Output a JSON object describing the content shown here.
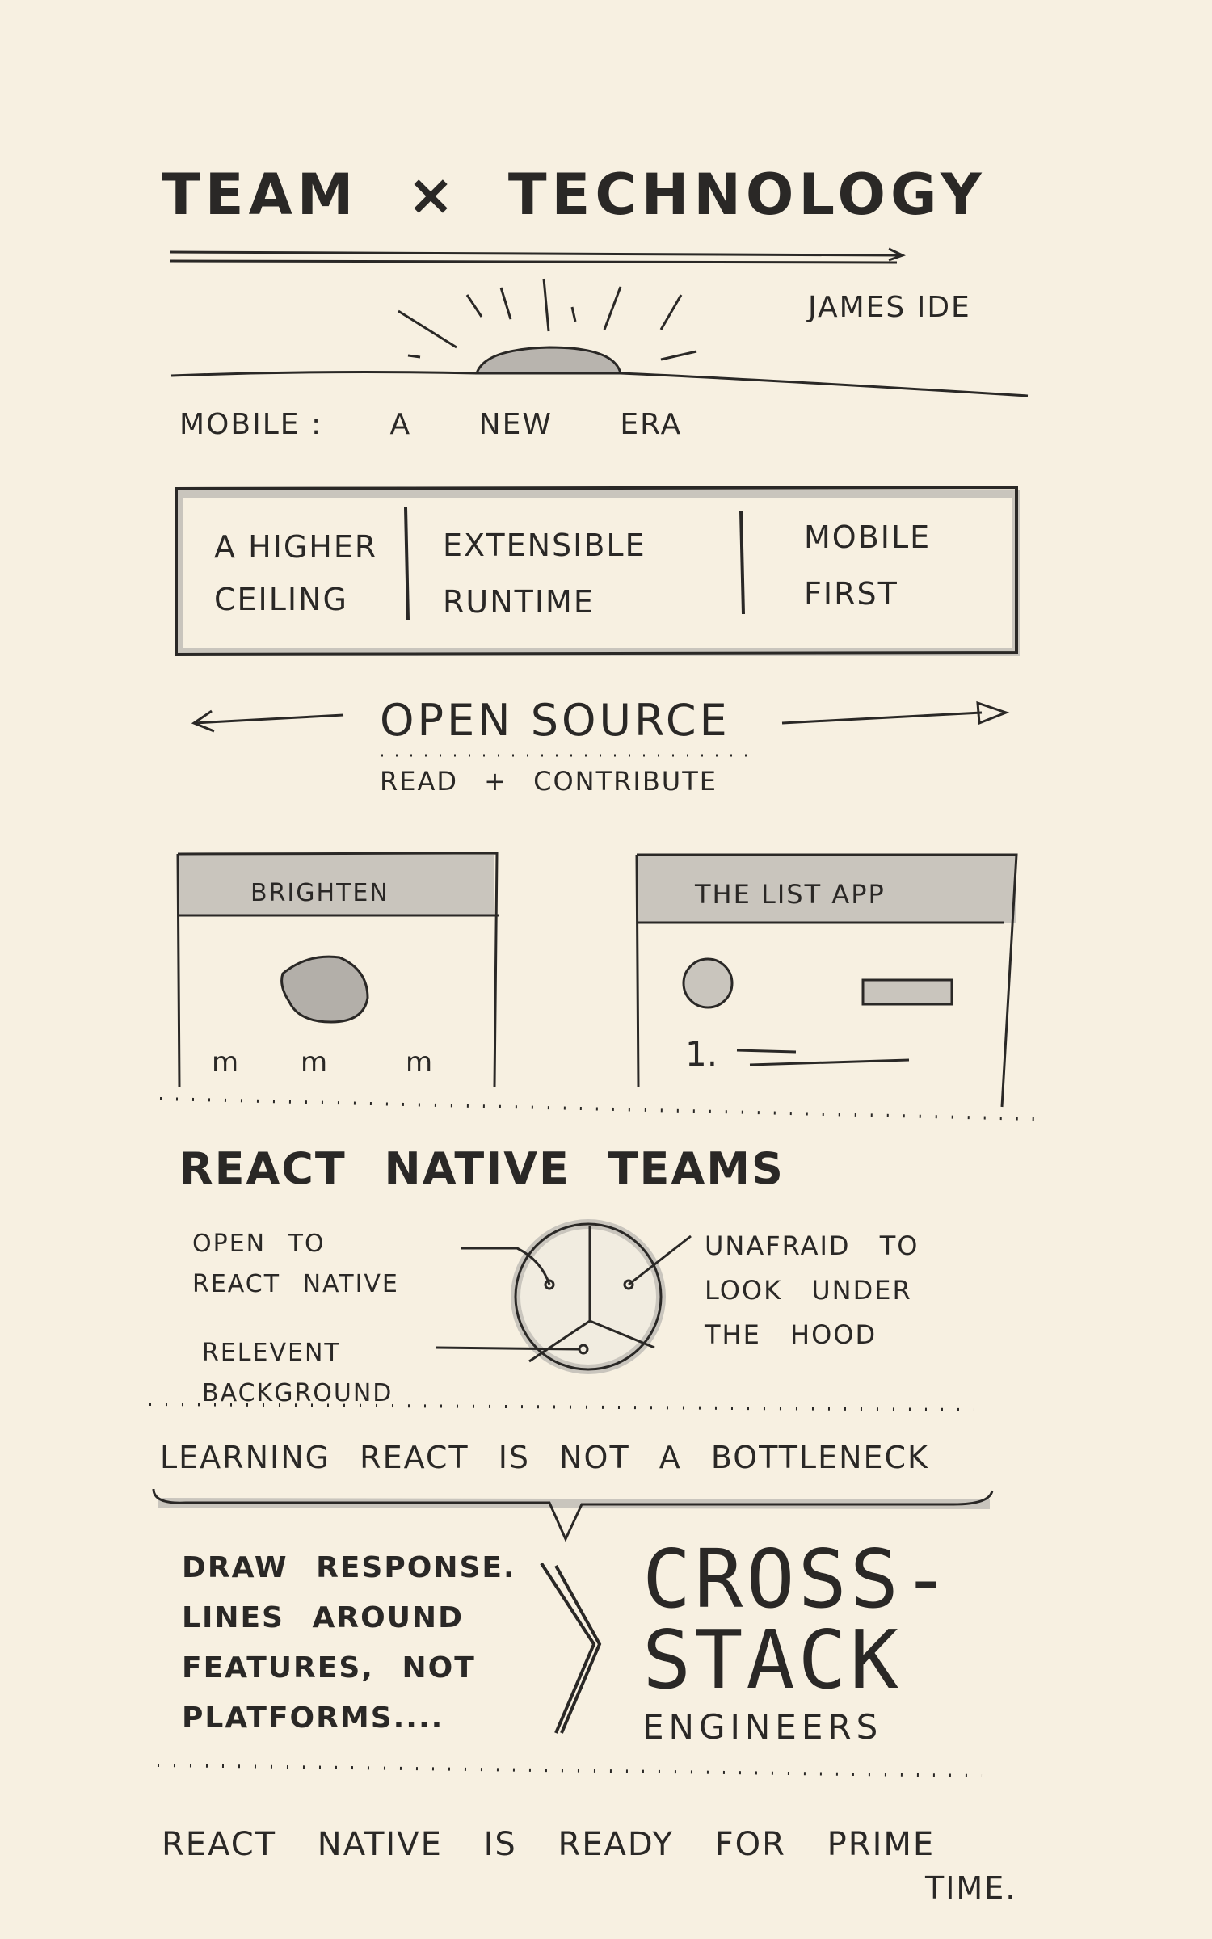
{
  "title": {
    "left": "TEAM",
    "sep": "×",
    "right": "TECHNOLOGY"
  },
  "author": "JAMES IDE",
  "subtitle": {
    "a": "MOBILE :",
    "b": "A",
    "c": "NEW",
    "d": "ERA"
  },
  "principles": [
    {
      "line1": "A HIGHER",
      "line2": "CEILING"
    },
    {
      "line1": "EXTENSIBLE",
      "line2": "RUNTIME"
    },
    {
      "line1": "MOBILE",
      "line2": "FIRST"
    }
  ],
  "open_source": {
    "label": "OPEN SOURCE",
    "sub": "READ + CONTRIBUTE"
  },
  "apps": [
    {
      "title": "BRIGHTEN",
      "marks": [
        "m",
        "m",
        "m"
      ]
    },
    {
      "title": "THE LIST APP",
      "item": "1."
    }
  ],
  "teams": {
    "heading": "REACT NATIVE TEAMS",
    "open_l1": "OPEN TO",
    "open_l2": "REACT NATIVE",
    "bg_l1": "RELEVENT",
    "bg_l2": "BACKGROUND",
    "hood_l1": "UNAFRAID TO",
    "hood_l2": "LOOK UNDER",
    "hood_l3": "THE HOOD"
  },
  "learning": "LEARNING REACT IS NOT A BOTTLENECK",
  "response": [
    "DRAW RESPONSE.",
    "LINES AROUND",
    "FEATURES, NOT",
    "PLATFORMS...."
  ],
  "cross": {
    "l1": "CROSS-",
    "l2": "STACK",
    "l3": "ENGINEERS"
  },
  "closing": {
    "l1": "REACT NATIVE IS READY FOR PRIME",
    "l2": "TIME."
  },
  "colors": {
    "ink": "#2a2826",
    "paper": "#f7f0e1",
    "shade": "#c9c5bd"
  }
}
